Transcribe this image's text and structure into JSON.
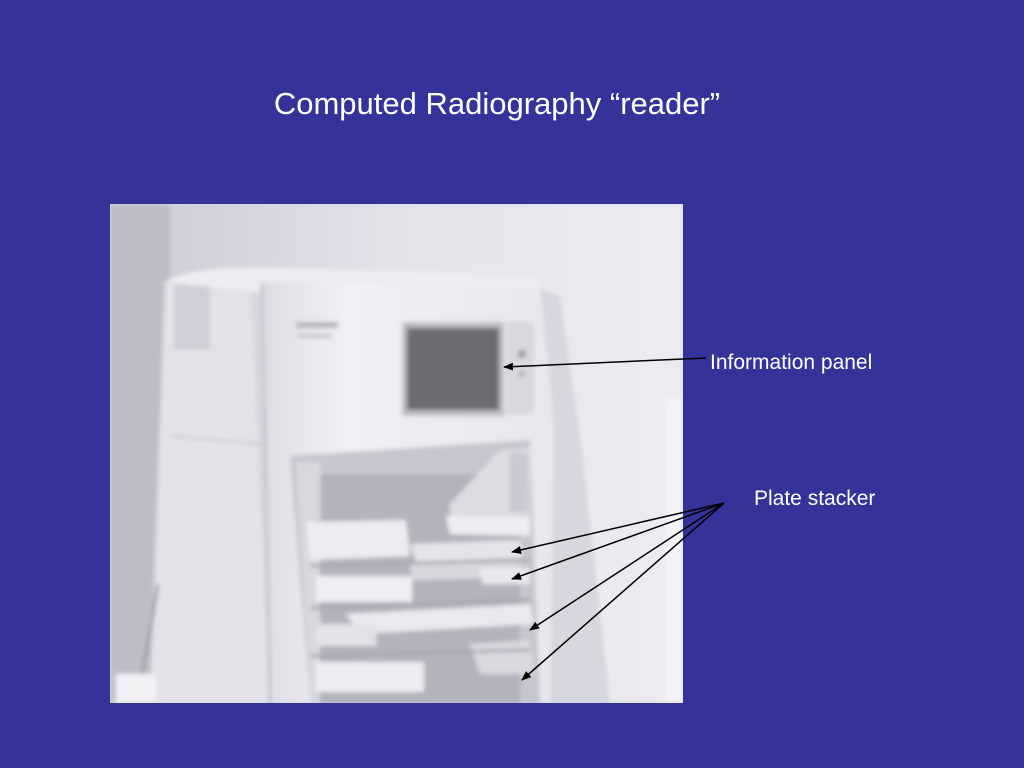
{
  "slide": {
    "title": "Computed Radiography “reader”",
    "background_color": "#333399",
    "text_color": "#ffffff"
  },
  "photo": {
    "subject": "computed-radiography-reader-machine",
    "style": "grayscale-blurred-photo"
  },
  "callouts": [
    {
      "label": "Information panel",
      "arrow_count": 1
    },
    {
      "label": "Plate stacker",
      "arrow_count": 4
    }
  ]
}
